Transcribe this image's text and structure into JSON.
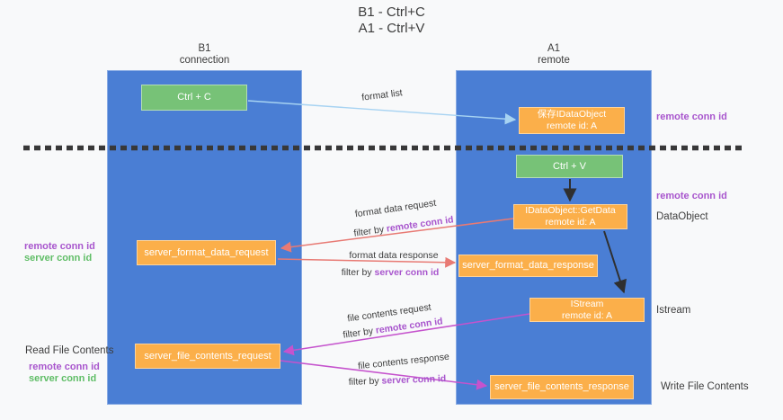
{
  "title": {
    "line1": "B1 - Ctrl+C",
    "line2": "A1 - Ctrl+V"
  },
  "lanes": {
    "left": {
      "name": "B1",
      "subtitle": "connection"
    },
    "right": {
      "name": "A1",
      "subtitle": "remote"
    }
  },
  "nodes": {
    "ctrl_c": {
      "label": "Ctrl + C"
    },
    "save_idataobject": {
      "line1": "保存IDataObject",
      "line2": "remote id: A"
    },
    "ctrl_v": {
      "label": "Ctrl + V"
    },
    "getdata": {
      "line1": "IDataObject::GetData",
      "line2": "remote id: A"
    },
    "format_request": {
      "label": "server_format_data_request"
    },
    "format_response": {
      "label": "server_format_data_response"
    },
    "istream": {
      "line1": "IStream",
      "line2": "remote id: A"
    },
    "file_request": {
      "label": "server_file_contents_request"
    },
    "file_response": {
      "label": "server_file_contents_response"
    }
  },
  "edge_labels": {
    "format_list": "format list",
    "format_data_request": "format data request",
    "format_data_response": "format data response",
    "file_contents_request": "file contents request",
    "file_contents_response": "file contents response",
    "filter_by": "filter by ",
    "remote_conn_id": "remote conn id",
    "server_conn_id": "server conn id"
  },
  "side_labels": {
    "remote_conn_id": "remote conn id",
    "server_conn_id": "server conn id",
    "dataobject": "DataObject",
    "istream": "Istream",
    "read_file_contents": "Read File Contents",
    "write_file_contents": "Write File Contents"
  },
  "colors": {
    "lane_blue": "#4a7ed4",
    "node_orange": "#fbaf4a",
    "node_green": "#77c277",
    "arrow_light_blue": "#a7d3f2",
    "arrow_salmon": "#e87a74",
    "arrow_magenta": "#c553cd",
    "arrow_black": "#2f2f2f",
    "text_purple": "#a855cd",
    "text_green": "#5fbd66",
    "text_dark": "#3d3d3d"
  }
}
